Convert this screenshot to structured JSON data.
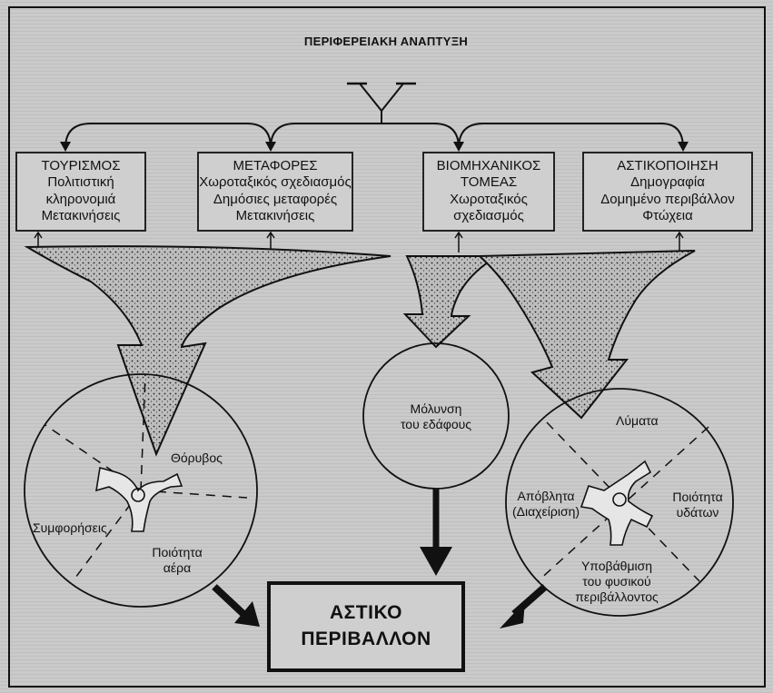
{
  "title": "ΠΕΡΙΦΕΡΕΙΑΚΗ ΑΝΑΠΤΥΞΗ",
  "sectors": [
    {
      "heading": "ΤΟΥΡΙΣΜΟΣ",
      "lines": [
        "Πολιτιστική",
        "κληρονομιά",
        "Μετακινήσεις"
      ]
    },
    {
      "heading": "ΜΕΤΑΦΟΡΕΣ",
      "lines": [
        "Χωροταξικός σχεδιασμός",
        "Δημόσιες μεταφορές",
        "Μετακινήσεις"
      ]
    },
    {
      "heading": "ΒΙΟΜΗΧΑΝΙΚΟΣ",
      "lines": [
        "ΤΟΜΕΑΣ",
        "Χωροταξικός",
        "σχεδιασμός"
      ]
    },
    {
      "heading": "ΑΣΤΙΚΟΠΟΙΗΣΗ",
      "lines": [
        "Δημογραφία",
        "Δομημένο περιβάλλον",
        "Φτώχεια"
      ]
    }
  ],
  "left_circle": {
    "noise": "Θόρυβος",
    "congestion": "Συμφορήσεις",
    "air_quality": [
      "Ποιότητα",
      "αέρα"
    ]
  },
  "middle_circle": {
    "soil_pollution": [
      "Μόλυνση",
      "του εδάφους"
    ]
  },
  "right_circle": {
    "sewage": "Λύματα",
    "waste": [
      "Απόβλητα",
      "(Διαχείριση)"
    ],
    "water_quality": [
      "Ποιότητα",
      "υδάτων"
    ],
    "degradation": [
      "Υποβάθμιση",
      "του φυσικού",
      "περιβάλλοντος"
    ]
  },
  "result": [
    "ΑΣΤΙΚΟ",
    "ΠΕΡΙΒΑΛΛΟΝ"
  ]
}
